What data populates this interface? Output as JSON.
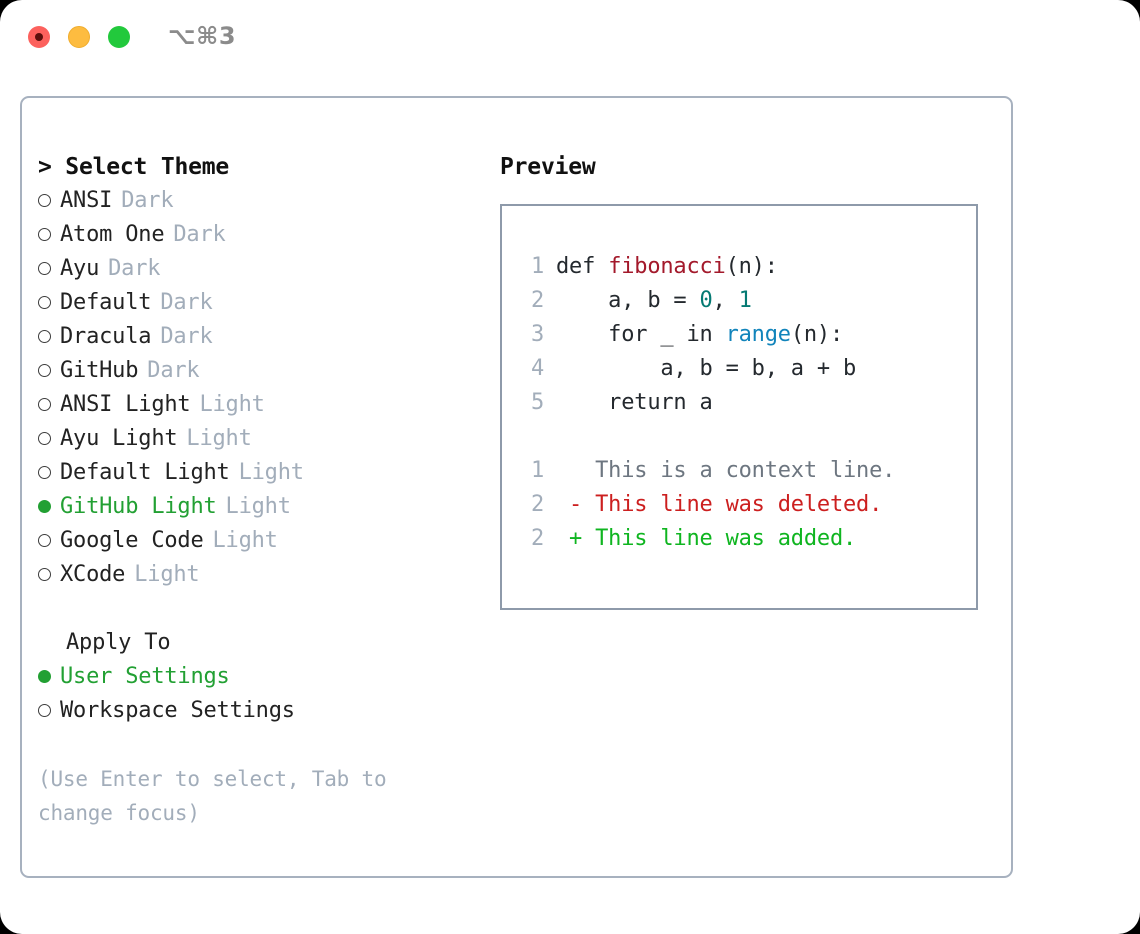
{
  "titlebar": {
    "shortcut": "⌥⌘3",
    "buttons": [
      {
        "name": "close",
        "color": "#fc615d"
      },
      {
        "name": "minimize",
        "color": "#fdbc40"
      },
      {
        "name": "maximize",
        "color": "#22c93c"
      }
    ]
  },
  "theme_picker": {
    "heading": "> Select Theme",
    "options": [
      {
        "name": "ANSI",
        "variant": "Dark",
        "selected": false
      },
      {
        "name": "Atom One",
        "variant": "Dark",
        "selected": false
      },
      {
        "name": "Ayu",
        "variant": "Dark",
        "selected": false
      },
      {
        "name": "Default",
        "variant": "Dark",
        "selected": false
      },
      {
        "name": "Dracula",
        "variant": "Dark",
        "selected": false
      },
      {
        "name": "GitHub",
        "variant": "Dark",
        "selected": false
      },
      {
        "name": "ANSI Light",
        "variant": "Light",
        "selected": false
      },
      {
        "name": "Ayu Light",
        "variant": "Light",
        "selected": false
      },
      {
        "name": "Default Light",
        "variant": "Light",
        "selected": false
      },
      {
        "name": "GitHub Light",
        "variant": "Light",
        "selected": true
      },
      {
        "name": "Google Code",
        "variant": "Light",
        "selected": false
      },
      {
        "name": "XCode",
        "variant": "Light",
        "selected": false
      }
    ]
  },
  "apply_to": {
    "heading": "Apply To",
    "options": [
      {
        "name": "User Settings",
        "selected": true
      },
      {
        "name": "Workspace Settings",
        "selected": false
      }
    ]
  },
  "hint": {
    "line1": "(Use Enter to select, Tab to",
    "line2": "change focus)"
  },
  "preview": {
    "heading": "Preview",
    "code_lines": [
      {
        "num": "1",
        "tokens": [
          {
            "t": "def ",
            "c": "plain"
          },
          {
            "t": "fibonacci",
            "c": "fn"
          },
          {
            "t": "(n):",
            "c": "plain"
          }
        ]
      },
      {
        "num": "2",
        "tokens": [
          {
            "t": "    a, b = ",
            "c": "plain"
          },
          {
            "t": "0",
            "c": "num"
          },
          {
            "t": ", ",
            "c": "plain"
          },
          {
            "t": "1",
            "c": "num"
          }
        ]
      },
      {
        "num": "3",
        "tokens": [
          {
            "t": "    for _ in ",
            "c": "plain"
          },
          {
            "t": "range",
            "c": "call"
          },
          {
            "t": "(n):",
            "c": "plain"
          }
        ]
      },
      {
        "num": "4",
        "tokens": [
          {
            "t": "        a, b = b, a + b",
            "c": "plain"
          }
        ]
      },
      {
        "num": "5",
        "tokens": [
          {
            "t": "    return a",
            "c": "plain"
          }
        ]
      }
    ],
    "diff_lines": [
      {
        "num": "1",
        "marker": " ",
        "text": " This is a context line.",
        "kind": "ctx"
      },
      {
        "num": "2",
        "marker": "-",
        "text": " This line was deleted.",
        "kind": "del"
      },
      {
        "num": "2",
        "marker": "+",
        "text": " This line was added.",
        "kind": "add"
      }
    ]
  },
  "colors": {
    "accent_green": "#22a033",
    "muted": "#a2adba",
    "panel_border": "#a7b1bf",
    "preview_border": "#8e9aaa",
    "diff_add": "#0fb520",
    "diff_del": "#cc1f1f",
    "syntax_function": "#a3192b",
    "syntax_number": "#057a73",
    "syntax_call": "#1184bb"
  }
}
